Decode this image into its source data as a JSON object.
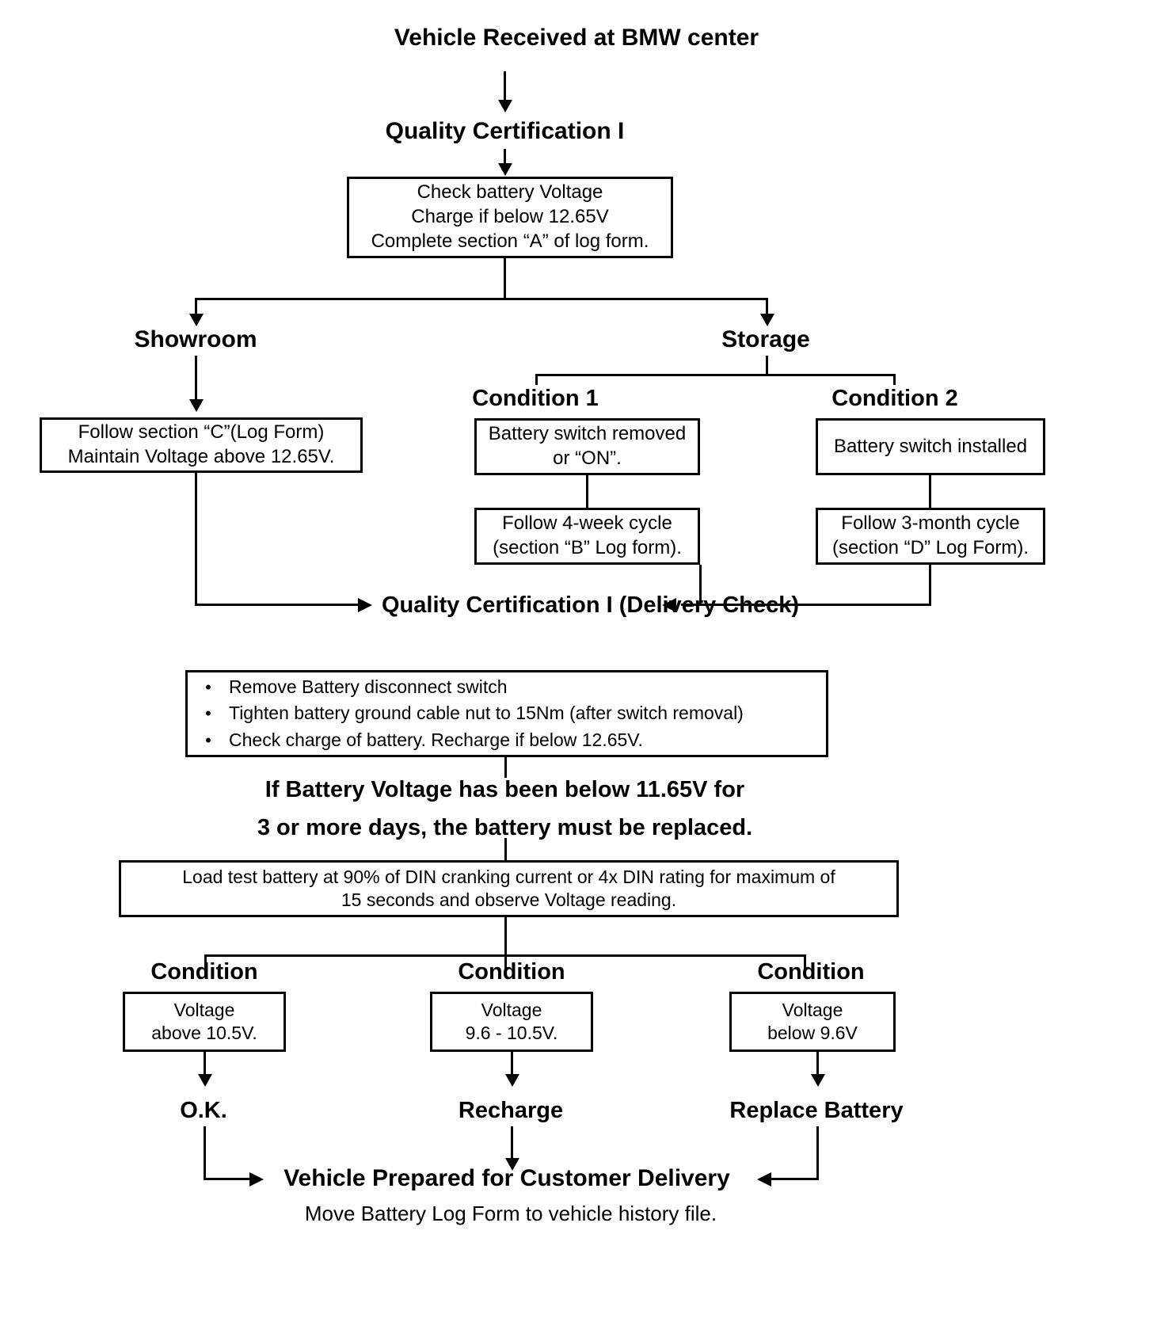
{
  "diagram": {
    "title": "Vehicle Received at BMW center",
    "nodes": {
      "start": "Vehicle Received at BMW center",
      "quality_cert_1": "Quality Certification I",
      "check_battery_box": {
        "line1": "Check battery Voltage",
        "line2": "Charge if below 12.65V",
        "line3": "Complete section “A” of log form."
      },
      "showroom": "Showroom",
      "storage": "Storage",
      "showroom_box": {
        "line1": "Follow section “C”(Log Form)",
        "line2": "Maintain Voltage above 12.65V."
      },
      "condition_1": "Condition 1",
      "condition_2": "Condition 2",
      "condition_1_box": {
        "line1": "Battery switch removed",
        "line2": "or “ON”."
      },
      "condition_2_box": {
        "line1": "Battery switch installed"
      },
      "cycle_4week_box": {
        "line1": "Follow 4-week cycle",
        "line2": "(section “B” Log form)."
      },
      "cycle_3month_box": {
        "line1": "Follow 3-month cycle",
        "line2": "(section “D” Log Form)."
      },
      "delivery_check": {
        "line1": "Quality Certification I",
        "line2": "(Delivery Check)"
      },
      "delivery_bullets": [
        "Remove Battery disconnect switch",
        "Tighten battery ground cable nut to 15Nm (after switch removal)",
        "Check charge of battery.  Recharge if below 12.65V."
      ],
      "warning": {
        "line1": "If Battery Voltage has been below 11.65V for",
        "line2": "3 or more days, the battery must be replaced."
      },
      "load_test_box": {
        "line1": "Load test battery at 90% of DIN cranking current or 4x DIN rating for maximum of",
        "line2": "15 seconds and observe Voltage reading."
      },
      "condition_left": "Condition",
      "condition_middle": "Condition",
      "condition_right": "Condition",
      "voltage_left_box": {
        "line1": "Voltage",
        "line2": "above 10.5V."
      },
      "voltage_middle_box": {
        "line1": "Voltage",
        "line2": "9.6 - 10.5V."
      },
      "voltage_right_box": {
        "line1": "Voltage",
        "line2": "below 9.6V"
      },
      "result_ok": "O.K.",
      "result_recharge": "Recharge",
      "result_replace": "Replace Battery",
      "final": "Vehicle Prepared for Customer Delivery",
      "footer": "Move Battery Log Form to vehicle history file."
    },
    "colors": {
      "ink": "#000000",
      "paper": "#ffffff"
    }
  }
}
